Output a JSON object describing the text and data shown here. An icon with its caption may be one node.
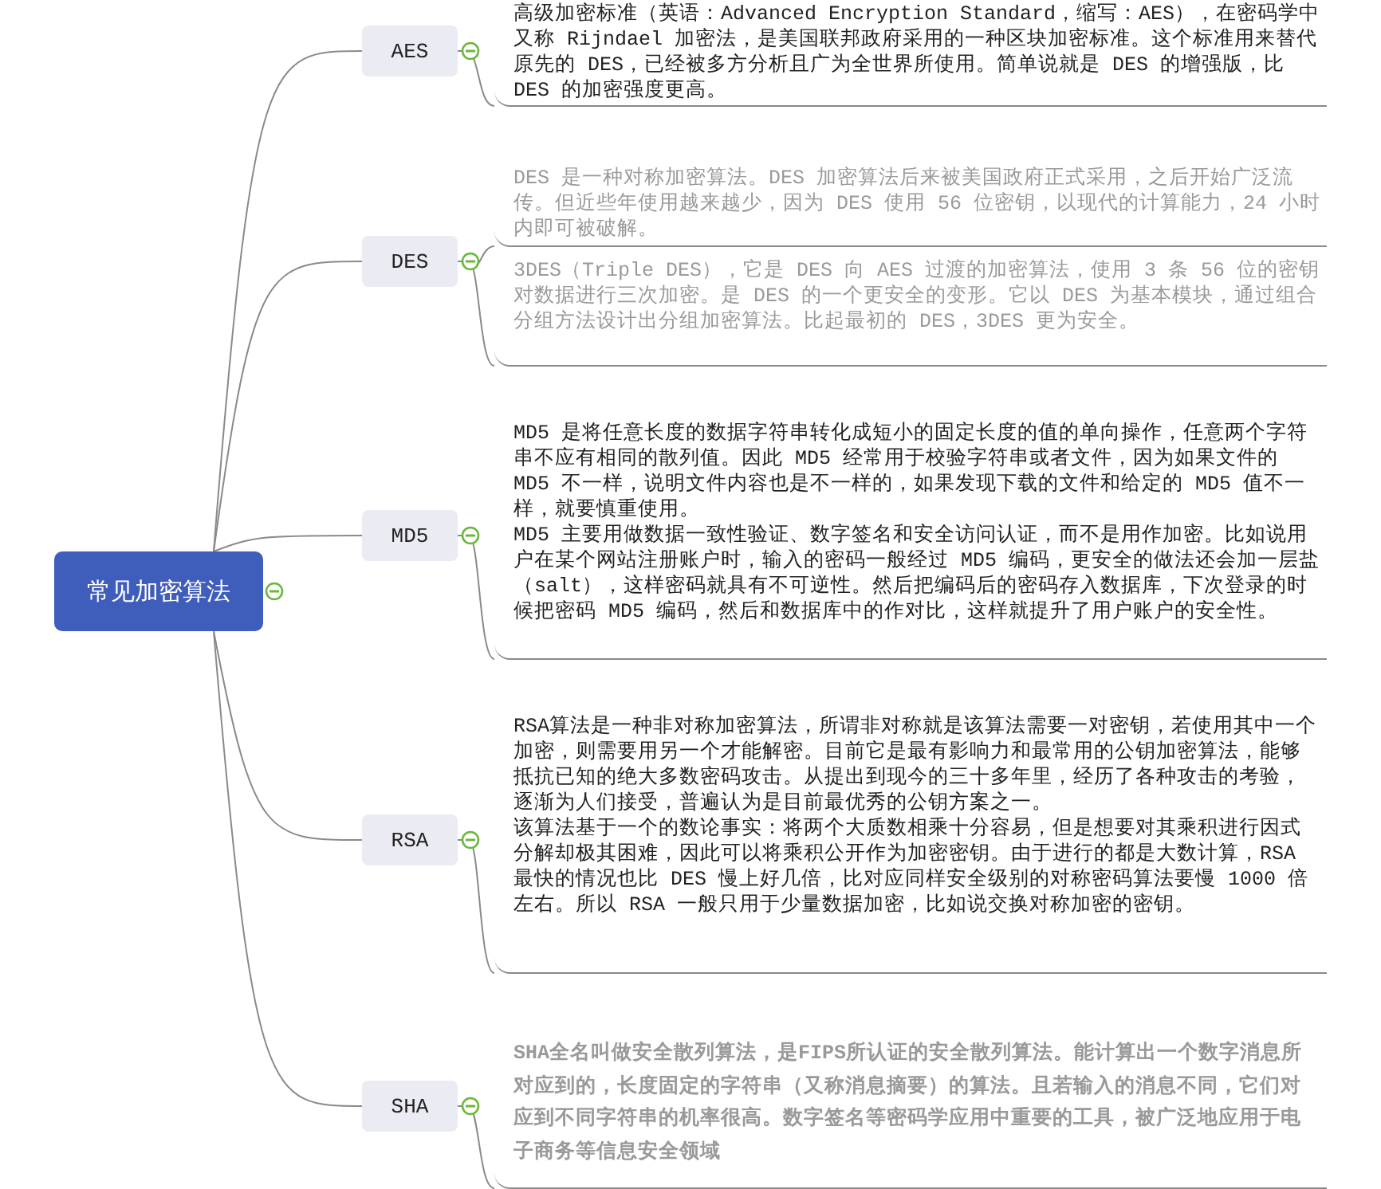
{
  "diagram": {
    "nodes": [
      {
        "text": [
          "常见加密算法"
        ]
      },
      {
        "text": [
          "AES"
        ]
      },
      {
        "text": [
          "高级加密标准（英语：Advanced Encryption Standard，缩写：AES），在密码学中又称 Rijndael 加密法，是美国联邦政府采用的一种区块加密标准。这个标准用来替代原先的 DES，已经被多方分析且广为全世界所使用。简单说就是 DES 的增强版，比 DES 的加密强度更高。"
        ]
      },
      {
        "text": [
          "DES"
        ]
      },
      {
        "text": [
          "DES 是一种对称加密算法。DES 加密算法后来被美国政府正式采用，之后开始广泛流传。但近些年使用越来越少，因为 DES 使用 56 位密钥，以现代的计算能力，24 小时内即可被破解。"
        ]
      },
      {
        "text": [
          "3DES（Triple DES），它是 DES 向 AES 过渡的加密算法，使用 3 条 56 位的密钥对数据进行三次加密。是 DES 的一个更安全的变形。它以 DES 为基本模块，通过组合分组方法设计出分组加密算法。比起最初的 DES，3DES 更为安全。"
        ]
      },
      {
        "text": [
          "MD5"
        ]
      },
      {
        "text": [
          "MD5 是将任意长度的数据字符串转化成短小的固定长度的值的单向操作，任意两个字符串不应有相同的散列值。因此 MD5 经常用于校验字符串或者文件，因为如果文件的 MD5 不一样，说明文件内容也是不一样的，如果发现下载的文件和给定的 MD5 值不一样，就要慎重使用。",
          "MD5 主要用做数据一致性验证、数字签名和安全访问认证，而不是用作加密。比如说用户在某个网站注册账户时，输入的密码一般经过 MD5 编码，更安全的做法还会加一层盐（salt），这样密码就具有不可逆性。然后把编码后的密码存入数据库，下次登录的时候把密码 MD5 编码，然后和数据库中的作对比，这样就提升了用户账户的安全性。"
        ]
      },
      {
        "text": [
          "RSA"
        ]
      },
      {
        "text": [
          "RSA算法是一种非对称加密算法，所谓非对称就是该算法需要一对密钥，若使用其中一个加密，则需要用另一个才能解密。目前它是最有影响力和最常用的公钥加密算法，能够抵抗已知的绝大多数密码攻击。从提出到现今的三十多年里，经历了各种攻击的考验，逐渐为人们接受，普遍认为是目前最优秀的公钥方案之一。",
          "该算法基于一个的数论事实：将两个大质数相乘十分容易，但是想要对其乘积进行因式分解却极其困难，因此可以将乘积公开作为加密密钥。由于进行的都是大数计算，RSA 最快的情况也比 DES 慢上好几倍，比对应同样安全级别的对称密码算法要慢 1000 倍左右。所以 RSA 一般只用于少量数据加密，比如说交换对称加密的密钥。"
        ]
      },
      {
        "text": [
          "SHA"
        ]
      },
      {
        "text": [
          "SHA全名叫做安全散列算法，是FIPS所认证的安全散列算法。能计算出一个数字消息所对应到的，长度固定的字符串（又称消息摘要）的算法。且若输入的消息不同，它们对应到不同字符串的机率很高。数字签名等密码学应用中重要的工具，被广泛地应用于电子商务等信息安全领域"
        ]
      }
    ],
    "edges": [
      {
        "from": 0,
        "to": 1,
        "arrow": "none"
      },
      {
        "from": 0,
        "to": 3,
        "arrow": "none"
      },
      {
        "from": 0,
        "to": 6,
        "arrow": "none"
      },
      {
        "from": 0,
        "to": 8,
        "arrow": "none"
      },
      {
        "from": 0,
        "to": 10,
        "arrow": "none"
      },
      {
        "from": 1,
        "to": 2,
        "arrow": "none"
      },
      {
        "from": 3,
        "to": 4,
        "arrow": "none"
      },
      {
        "from": 3,
        "to": 5,
        "arrow": "none"
      },
      {
        "from": 6,
        "to": 7,
        "arrow": "none"
      },
      {
        "from": 8,
        "to": 9,
        "arrow": "none"
      },
      {
        "from": 10,
        "to": 11,
        "arrow": "none"
      }
    ]
  }
}
